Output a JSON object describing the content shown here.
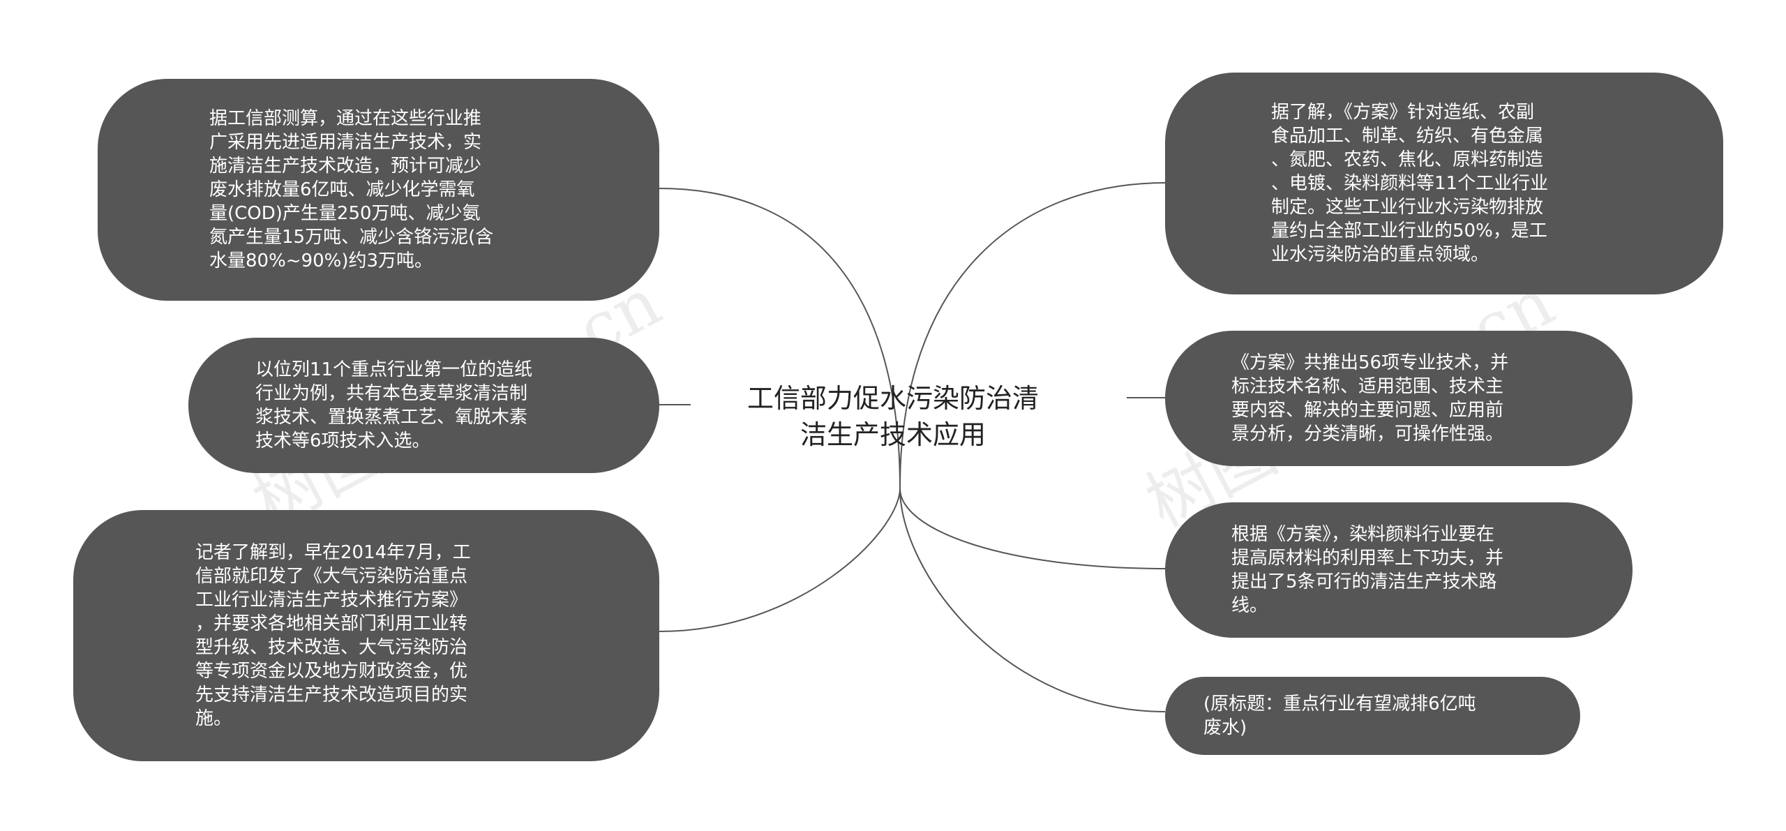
{
  "center": {
    "title": "工信部力促水污染防治清\n洁生产技术应用"
  },
  "left_nodes": [
    {
      "text": "据工信部测算，通过在这些行业推\n广采用先进适用清洁生产技术，实\n施清洁生产技术改造，预计可减少\n废水排放量6亿吨、减少化学需氧\n量(COD)产生量250万吨、减少氨\n氮产生量15万吨、减少含铬污泥(含\n水量80%~90%)约3万吨。"
    },
    {
      "text": "以位列11个重点行业第一位的造纸\n行业为例，共有本色麦草浆清洁制\n浆技术、置换蒸煮工艺、氧脱木素\n技术等6项技术入选。"
    },
    {
      "text": "记者了解到，早在2014年7月，工\n信部就印发了《大气污染防治重点\n工业行业清洁生产技术推行方案》\n，并要求各地相关部门利用工业转\n型升级、技术改造、大气污染防治\n等专项资金以及地方财政资金，优\n先支持清洁生产技术改造项目的实\n施。"
    }
  ],
  "right_nodes": [
    {
      "text": "据了解，《方案》针对造纸、农副\n食品加工、制革、纺织、有色金属\n、氮肥、农药、焦化、原料药制造\n、电镀、染料颜料等11个工业行业\n制定。这些工业行业水污染物排放\n量约占全部工业行业的50%，是工\n业水污染防治的重点领域。"
    },
    {
      "text": "《方案》共推出56项专业技术，并\n标注技术名称、适用范围、技术主\n要内容、解决的主要问题、应用前\n景分析，分类清晰，可操作性强。"
    },
    {
      "text": "根据《方案》，染料颜料行业要在\n提高原材料的利用率上下功夫，并\n提出了5条可行的清洁生产技术路\n线。"
    },
    {
      "text": "(原标题：重点行业有望减排6亿吨\n废水)"
    }
  ],
  "watermarks": [
    "树图 shutu.cn",
    "树图 shutu.cn"
  ],
  "colors": {
    "node_bg": "#565656",
    "node_text": "#ffffff",
    "line": "#555555",
    "center_text": "#222222"
  }
}
